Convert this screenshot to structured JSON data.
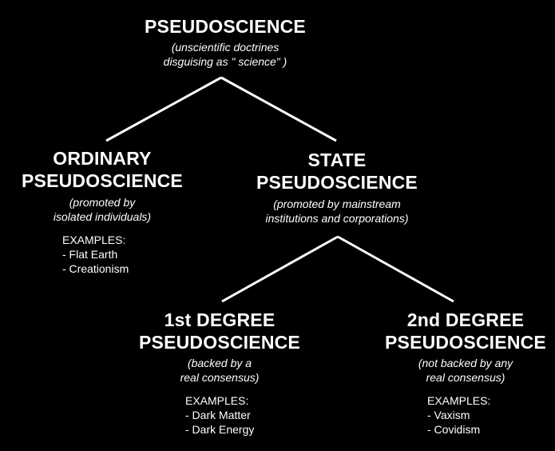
{
  "colors": {
    "background": "#000000",
    "text": "#ffffff",
    "lines": "#ffffff"
  },
  "root": {
    "title": "PSEUDOSCIENCE",
    "subtitle_line1": "(unscientific doctrines",
    "subtitle_line2": "disguising as \" science\" )"
  },
  "ordinary": {
    "title_line1": "ORDINARY",
    "title_line2": "PSEUDOSCIENCE",
    "subtitle_line1": "(promoted by",
    "subtitle_line2": "isolated individuals)",
    "examples_heading": "EXAMPLES:",
    "examples": [
      "- Flat Earth",
      "- Creationism"
    ]
  },
  "state": {
    "title_line1": "STATE",
    "title_line2": "PSEUDOSCIENCE",
    "subtitle_line1": "(promoted by mainstream",
    "subtitle_line2": "institutions and corporations)"
  },
  "first_degree": {
    "title_line1": "1st DEGREE",
    "title_line2": "PSEUDOSCIENCE",
    "subtitle_line1": "(backed by a",
    "subtitle_line2": "real consensus)",
    "examples_heading": "EXAMPLES:",
    "examples": [
      "- Dark Matter",
      "- Dark Energy"
    ]
  },
  "second_degree": {
    "title_line1": "2nd DEGREE",
    "title_line2": "PSEUDOSCIENCE",
    "subtitle_line1": "(not backed by any",
    "subtitle_line2": "real consensus)",
    "examples_heading": "EXAMPLES:",
    "examples": [
      "- Vaxism",
      "- Covidism"
    ]
  }
}
